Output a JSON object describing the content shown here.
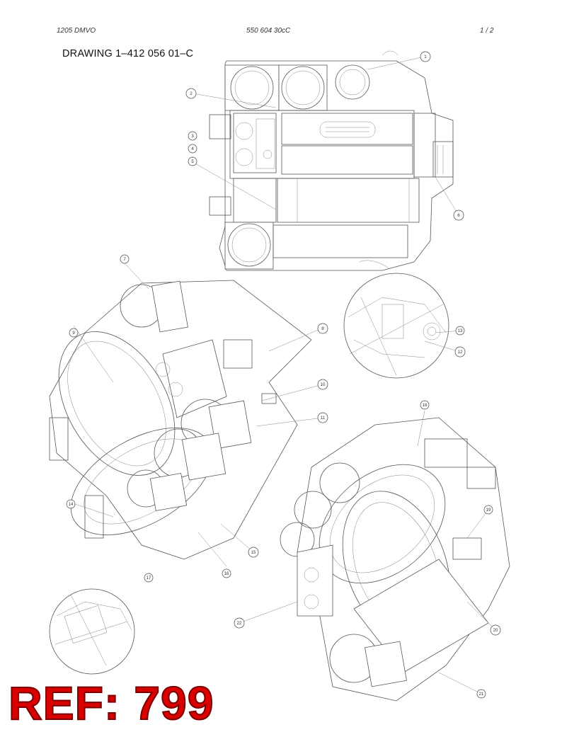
{
  "header": {
    "doc_code": "1205 DMVO",
    "part_number": "550 604 30cC",
    "page": "1 /  2"
  },
  "drawing_title": "DRAWING 1–412 056 01–C",
  "ref_stamp": "REF: 799",
  "callouts": {
    "c1": "1",
    "c2": "2",
    "c3": "3",
    "c4": "4",
    "c5": "5",
    "c6": "6",
    "c7": "7",
    "c8": "8",
    "c9": "9",
    "c10": "10",
    "c11": "11",
    "c12": "12",
    "c13": "13",
    "c14": "14",
    "c15": "15",
    "c16": "16",
    "c17": "17",
    "c18": "18",
    "c19": "19",
    "c20": "20",
    "c21": "21",
    "c22": "22"
  }
}
